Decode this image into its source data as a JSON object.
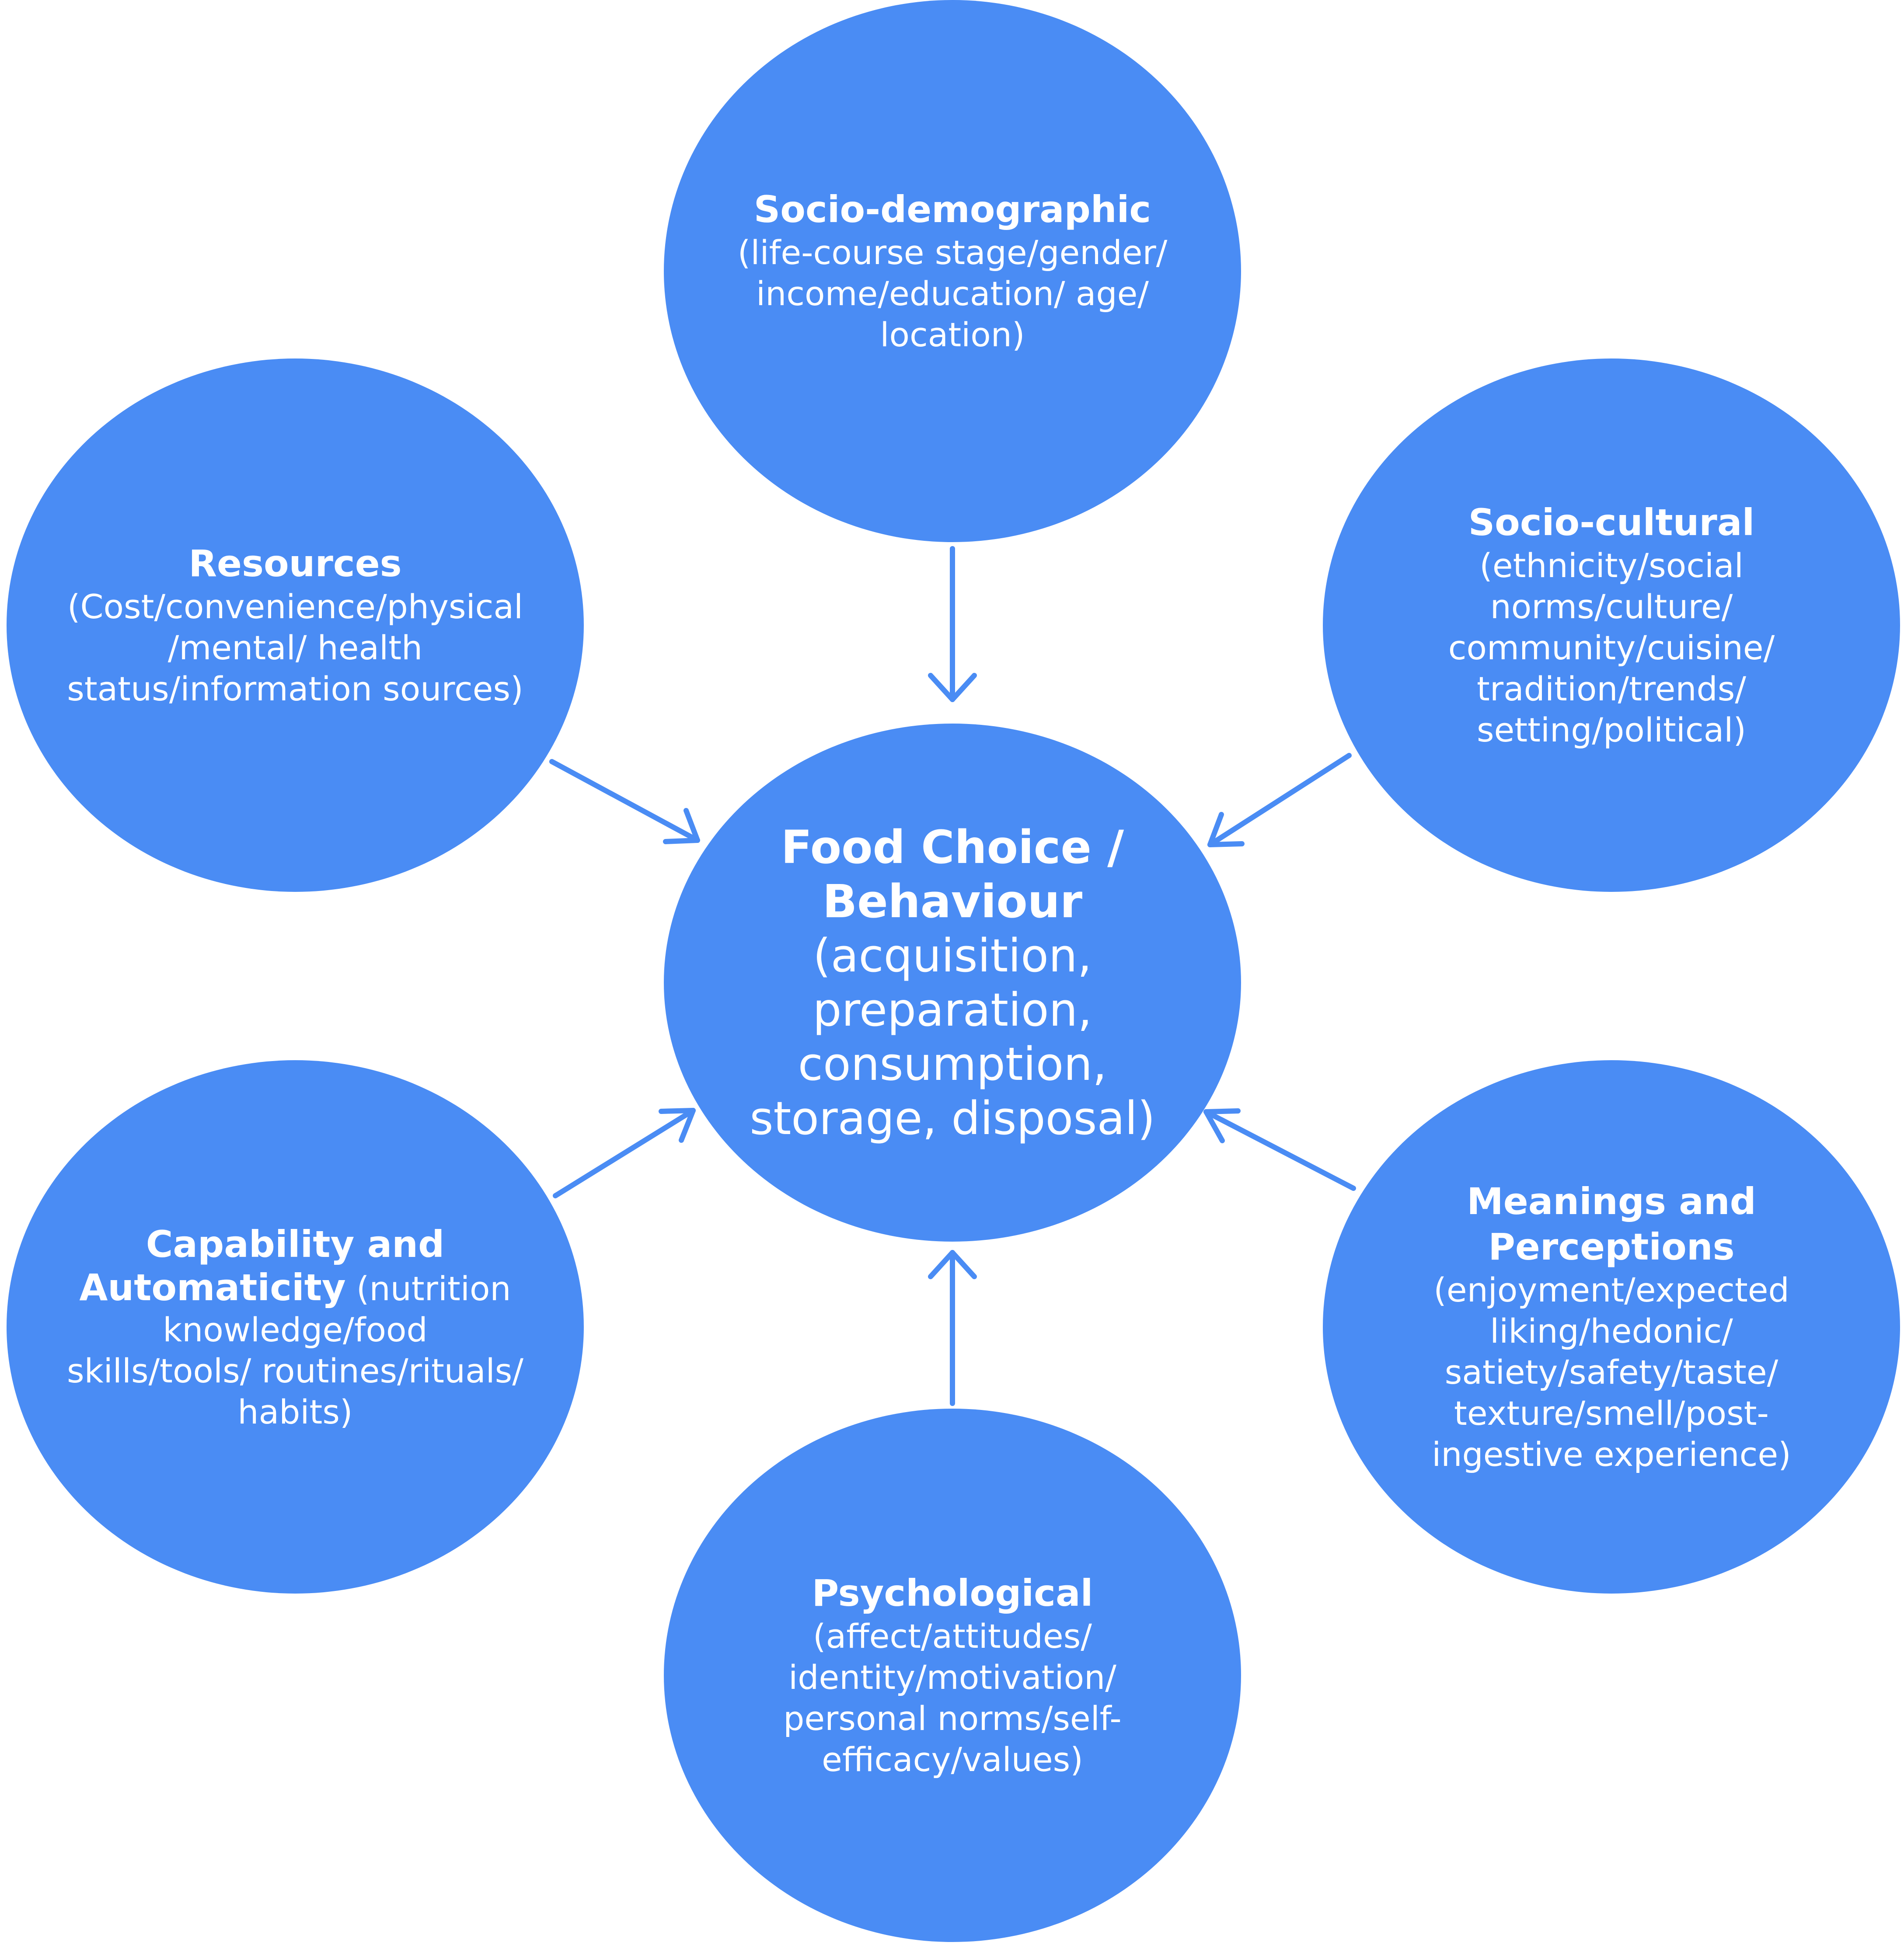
{
  "colors": {
    "node_fill": "#4a8cf4",
    "arrow": "#4a8cf4",
    "text": "#ffffff"
  },
  "center": {
    "title_line1": "Food Choice /",
    "title_line2": "Behaviour",
    "desc_lines": [
      "(acquisition,",
      "preparation,",
      "consumption,",
      "storage, disposal)"
    ]
  },
  "nodes": {
    "socio_demographic": {
      "title": "Socio-demographic",
      "desc_lines": [
        "(life-course stage/gender/",
        "income/education/ age/",
        "location)"
      ]
    },
    "resources": {
      "title": "Resources",
      "desc_lines": [
        "(Cost/convenience/physical",
        "/mental/ health",
        "status/information sources)"
      ]
    },
    "socio_cultural": {
      "title": "Socio-cultural",
      "desc_lines": [
        "(ethnicity/social",
        "norms/culture/",
        "community/cuisine/",
        "tradition/trends/",
        "setting/political)"
      ]
    },
    "capability": {
      "title_line1": "Capability and",
      "title_line2": "Automaticity",
      "title_line2_suffix": " (nutrition",
      "desc_lines": [
        "knowledge/food",
        "skills/tools/ routines/rituals/",
        "habits)"
      ]
    },
    "meanings": {
      "title_line1": "Meanings and",
      "title_line2": "Perceptions",
      "desc_lines": [
        "(enjoyment/expected",
        "liking/hedonic/",
        "satiety/safety/taste/",
        "texture/smell/post-",
        "ingestive experience)"
      ]
    },
    "psychological": {
      "title": "Psychological",
      "desc_lines": [
        "(affect/attitudes/",
        "identity/motivation/",
        "personal norms/self-",
        "efficacy/values)"
      ]
    }
  }
}
